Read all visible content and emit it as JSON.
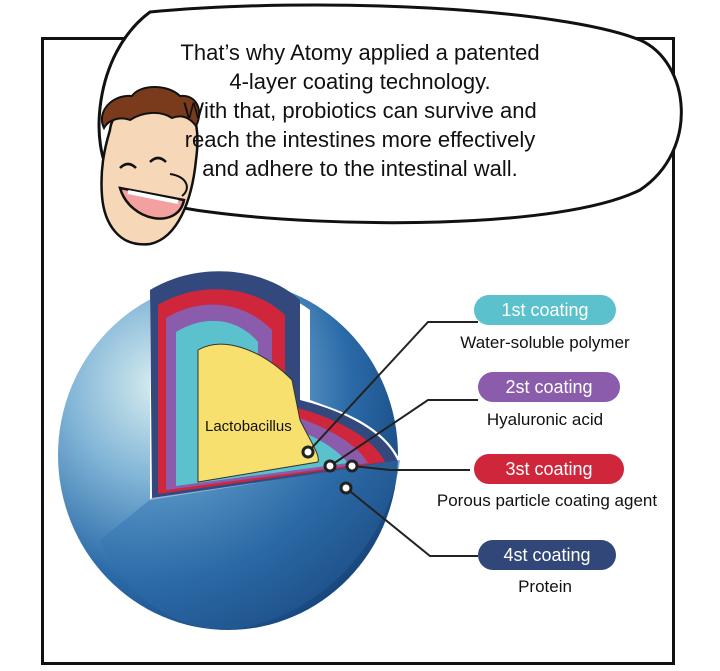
{
  "speech": {
    "lines": [
      "That’s why Atomy applied a patented",
      "4-layer coating technology.",
      "With that, probiotics can survive and",
      "reach the intestines more effectively",
      "and adhere to the intestinal wall."
    ]
  },
  "diagram": {
    "core_label": "Lactobacillus",
    "layers": [
      {
        "name": "1st coating",
        "desc": "Water-soluble polymer",
        "color": "#5bc1cc"
      },
      {
        "name": "2st coating",
        "desc": "Hyaluronic acid",
        "color": "#8a5cab"
      },
      {
        "name": "3st coating",
        "desc": "Porous particle coating agent",
        "color": "#d0263c"
      },
      {
        "name": "4st coating",
        "desc": "Protein",
        "color": "#31477a"
      }
    ],
    "core_color": "#f7e06e",
    "sphere_color": "#2c6fae"
  }
}
